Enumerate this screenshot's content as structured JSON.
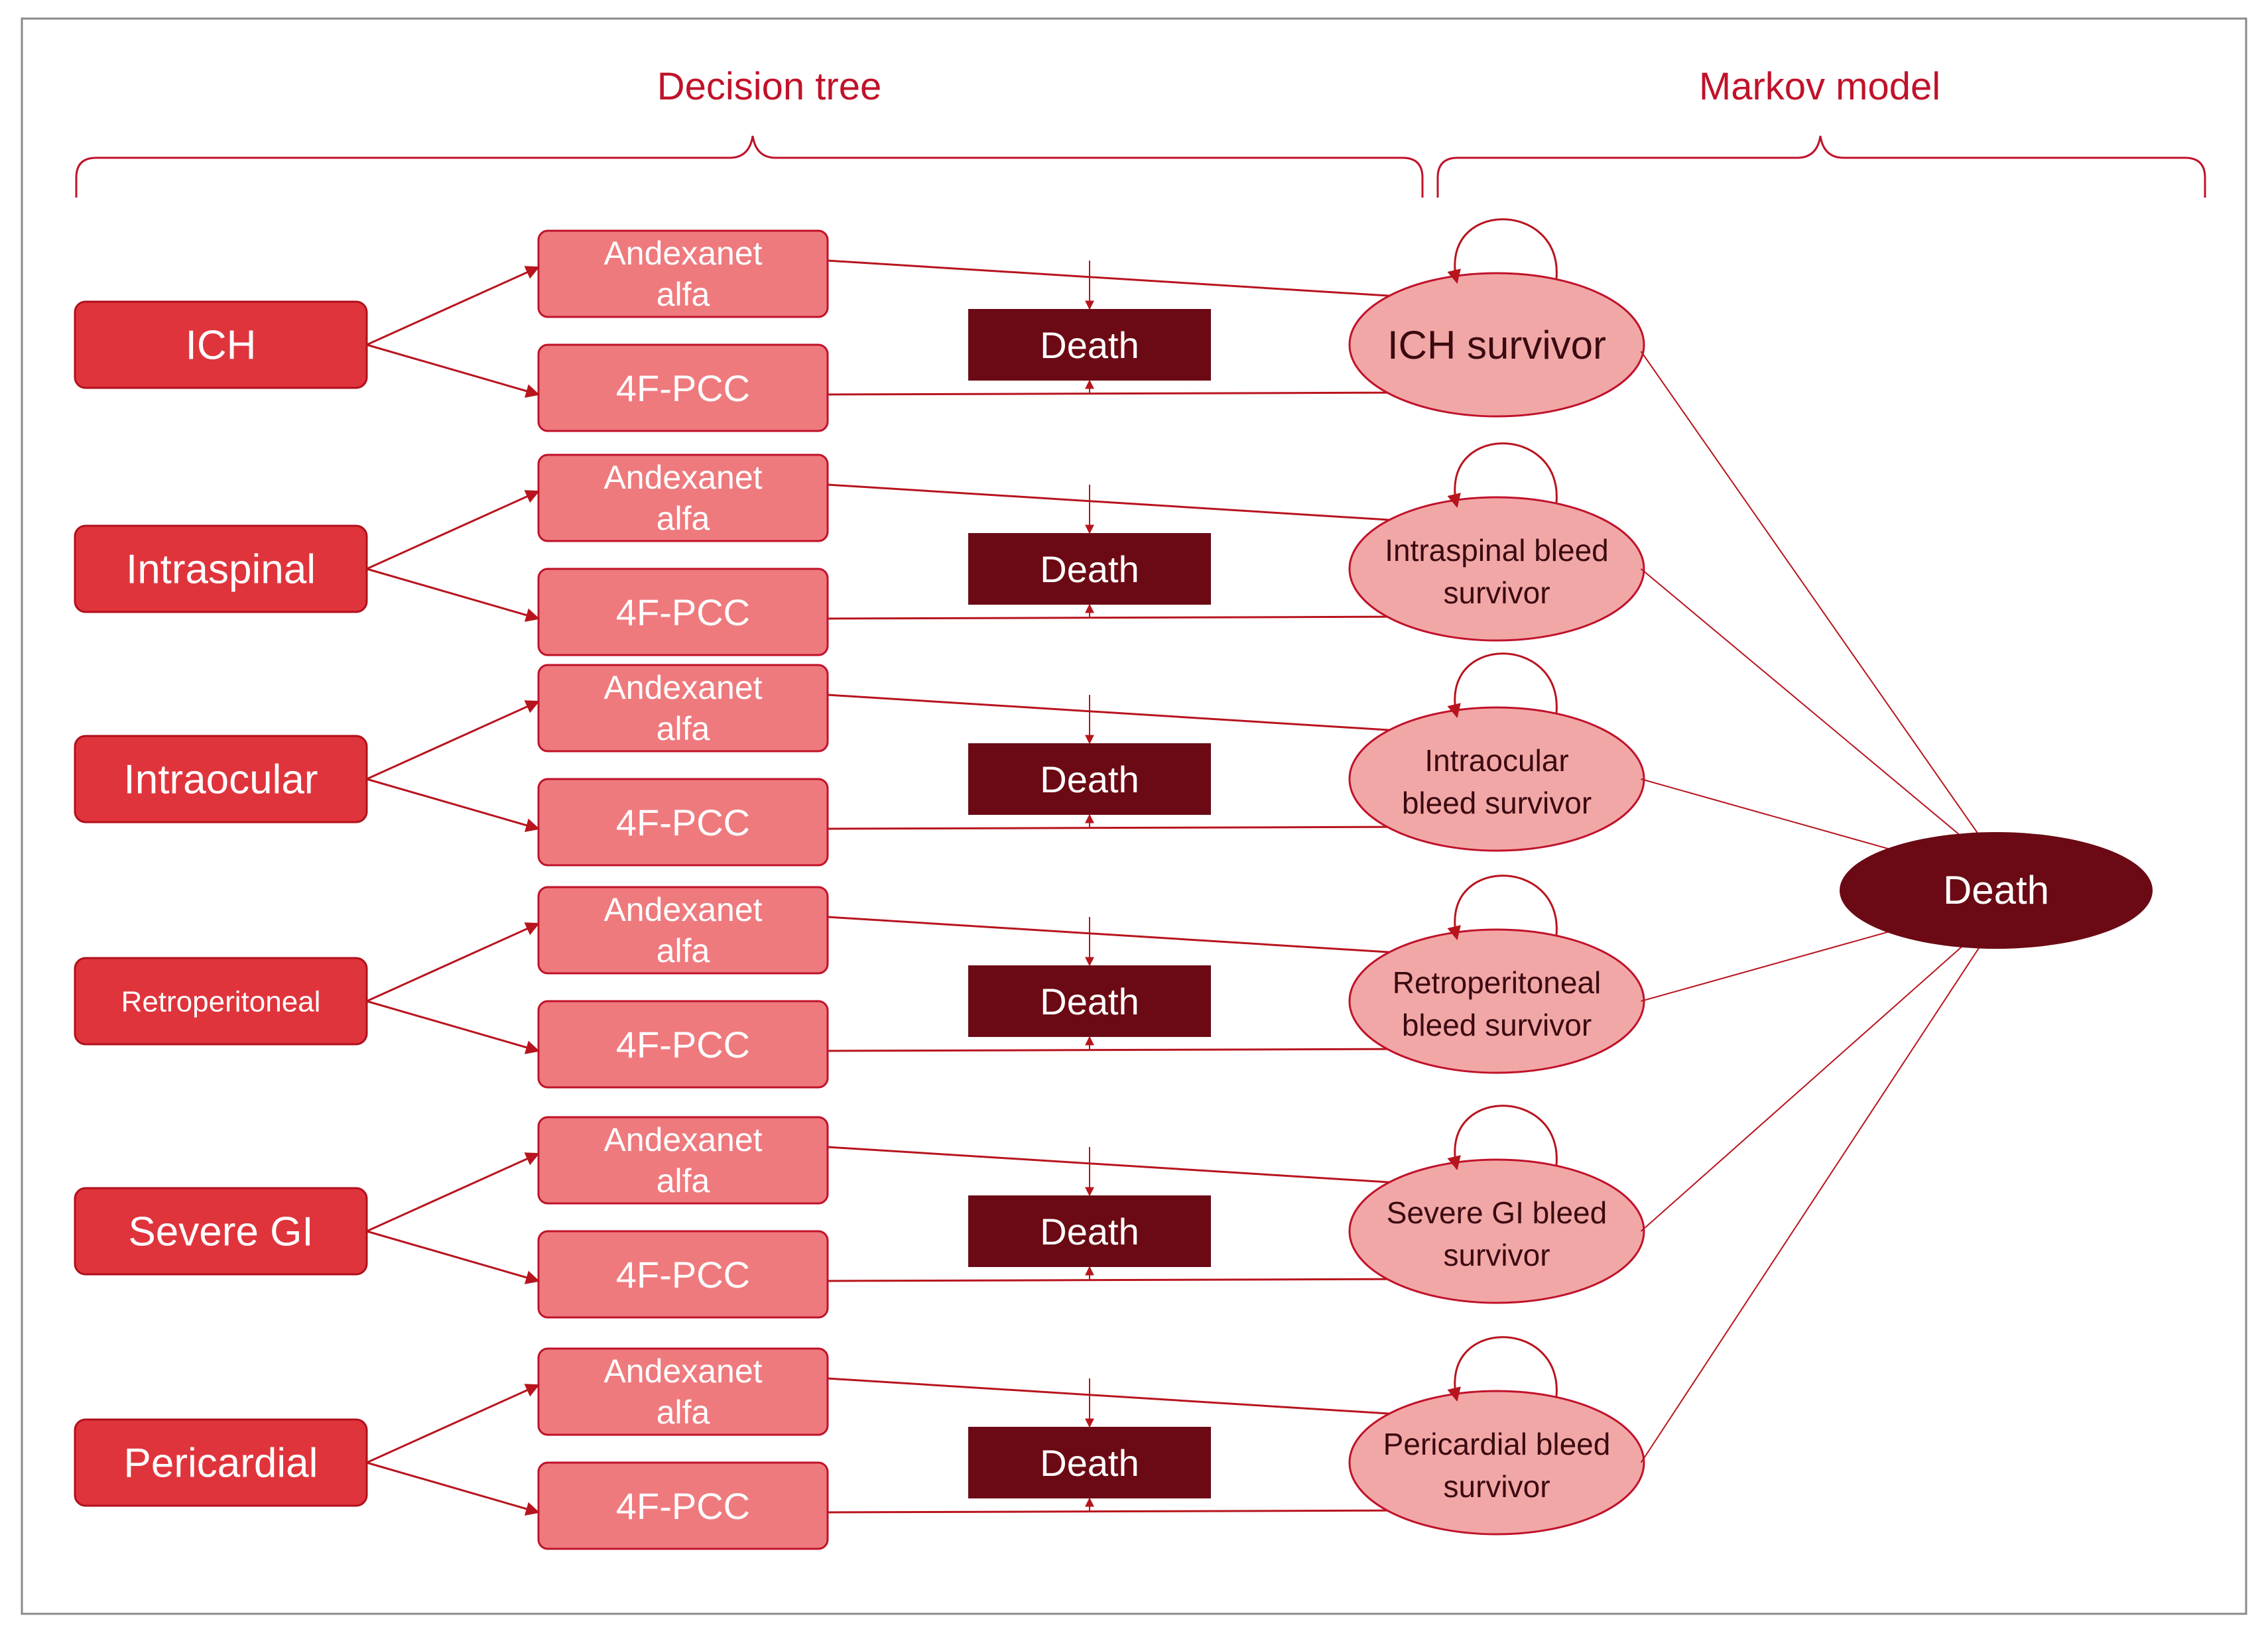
{
  "headers": {
    "decision_tree": "Decision tree",
    "markov_model": "Markov model"
  },
  "bleed_types": [
    {
      "label": "ICH",
      "survivor": [
        "ICH survivor"
      ]
    },
    {
      "label": "Intraspinal",
      "survivor": [
        "Intraspinal bleed",
        "survivor"
      ]
    },
    {
      "label": "Intraocular",
      "survivor": [
        "Intraocular",
        "bleed survivor"
      ]
    },
    {
      "label": "Retroperitoneal",
      "survivor": [
        "Retroperitoneal",
        "bleed survivor"
      ]
    },
    {
      "label": "Severe GI",
      "survivor": [
        "Severe GI bleed",
        "survivor"
      ]
    },
    {
      "label": "Pericardial",
      "survivor": [
        "Pericardial bleed",
        "survivor"
      ]
    }
  ],
  "treatments": {
    "andexanet": [
      "Andexanet",
      "alfa"
    ],
    "pcc": "4F-PCC"
  },
  "death_label": "Death",
  "markov_death_label": "Death",
  "colors": {
    "accent": "#c0122a",
    "bleed_box": "#e0343c",
    "treatment_box": "#ee7a7e",
    "survivor_ellipse": "#f2a7a7",
    "death_box": "#6b0a14",
    "arrow": "#b8141e",
    "frame": "#8a8a8a"
  }
}
